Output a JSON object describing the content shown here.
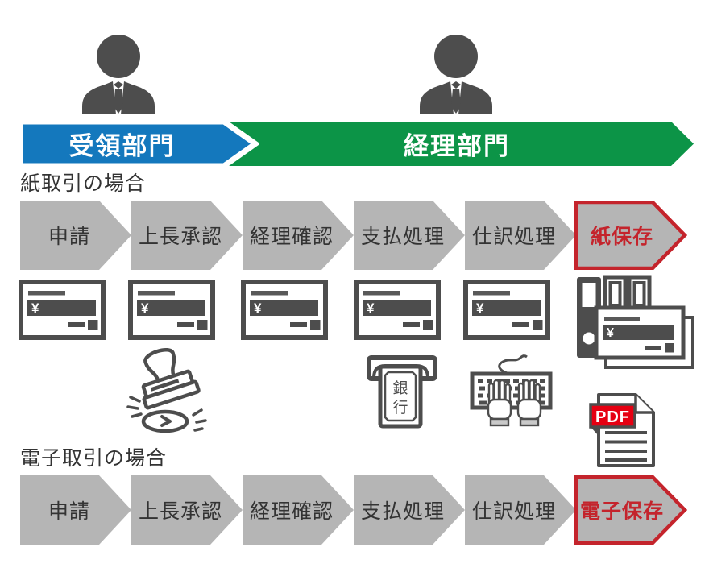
{
  "colors": {
    "receiving_blue": "#1478bd",
    "accounting_green": "#0c9447",
    "step_gray": "#b5b5b5",
    "icon_gray": "#4d4d4d",
    "highlight_red": "#c4242c",
    "pdf_badge_red": "#e60012",
    "text_dark": "#333333"
  },
  "header": {
    "receiving_department": "受領部門",
    "accounting_department": "経理部門"
  },
  "sections": [
    {
      "title": "紙取引の場合",
      "steps": [
        "申請",
        "上長承認",
        "経理確認",
        "支払処理",
        "仕訳処理"
      ],
      "final_step": "紙保存"
    },
    {
      "title": "電子取引の場合",
      "steps": [
        "申請",
        "上長承認",
        "経理確認",
        "支払処理",
        "仕訳処理"
      ],
      "final_step": "電子保存"
    }
  ],
  "icons": {
    "receipt_currency": "¥",
    "bank_label_top": "銀",
    "bank_label_bottom": "行",
    "pdf_label": "PDF",
    "stamp_mark": "›"
  }
}
